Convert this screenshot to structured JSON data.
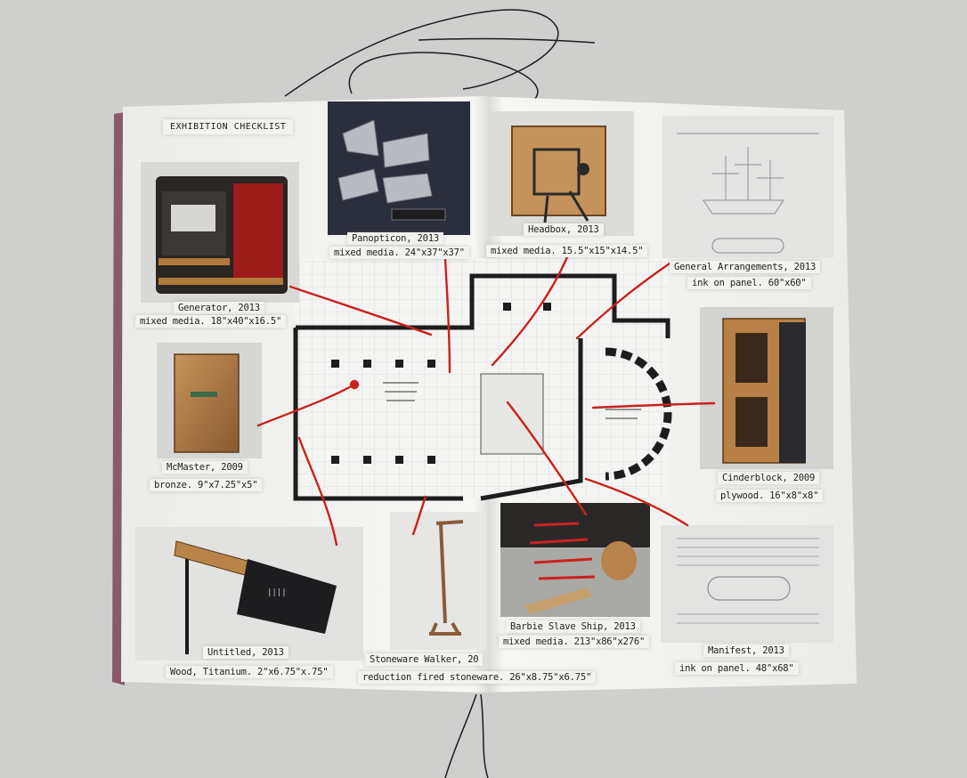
{
  "book": {
    "header": "EXHIBITION CHECKLIST",
    "items": [
      {
        "title": "Generator, 2013",
        "details": "mixed media. 18\"x40\"x16.5\""
      },
      {
        "title": "Panopticon, 2013",
        "details": "mixed media. 24\"x37\"x37\""
      },
      {
        "title": "Headbox, 2013",
        "details": "mixed media. 15.5\"x15\"x14.5\""
      },
      {
        "title": "General Arrangements, 2013",
        "details": "ink on panel. 60\"x60\""
      },
      {
        "title": "McMaster, 2009",
        "details": "bronze. 9\"x7.25\"x5\""
      },
      {
        "title": "Cinderblock, 2009",
        "details": "plywood. 16\"x8\"x8\""
      },
      {
        "title": "Untitled, 2013",
        "details": "Wood, Titanium. 2\"x6.75\"x.75\""
      },
      {
        "title": "Stoneware Walker, 20",
        "details": "reduction fired stoneware. 26\"x8.75\"x6.75\""
      },
      {
        "title": "Barbie Slave Ship, 2013",
        "details": "mixed media. 213\"x86\"x276\""
      },
      {
        "title": "Manifest, 2013",
        "details": "ink on panel. 48\"x68\""
      }
    ]
  },
  "colors": {
    "background": "#cfd0ce",
    "page": "#f4f4f1",
    "annotation_red": "#c8221e",
    "thread": "#1c1c1c"
  }
}
